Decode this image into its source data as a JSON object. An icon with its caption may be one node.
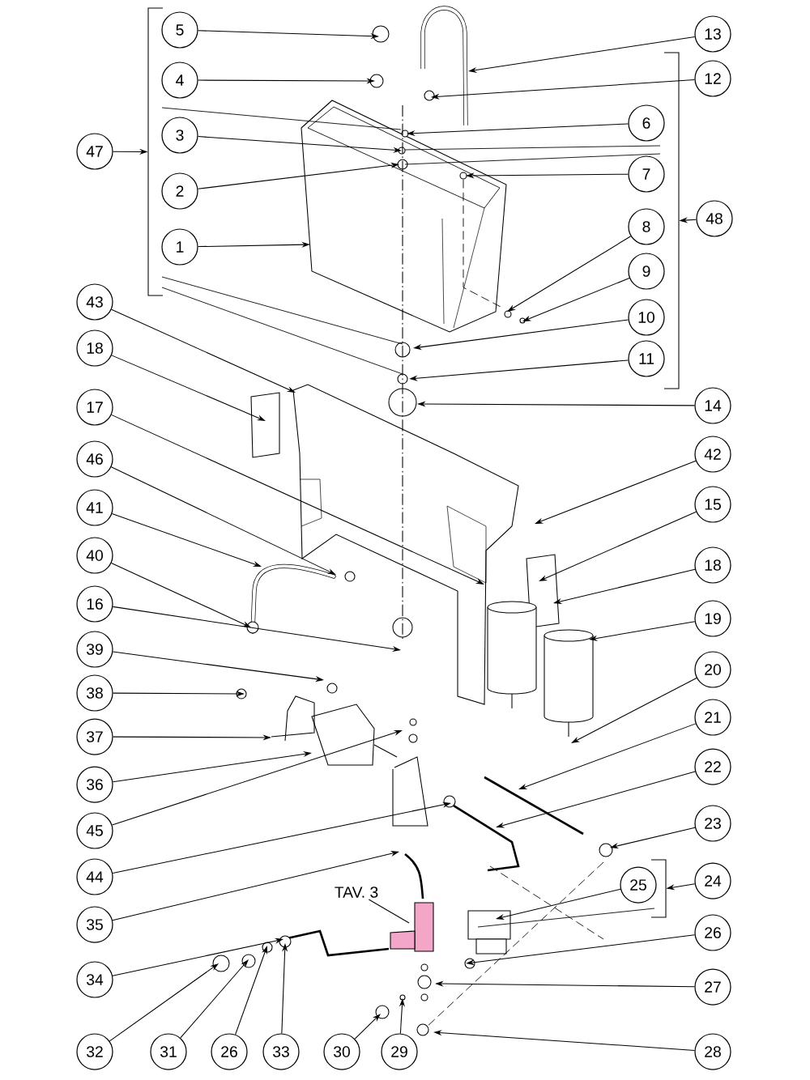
{
  "diagram": {
    "nodes": [
      {
        "text": [
          "5"
        ]
      },
      {
        "text": [
          "13"
        ]
      },
      {
        "text": [
          "4"
        ]
      },
      {
        "text": [
          "12"
        ]
      },
      {
        "text": [
          "6"
        ]
      },
      {
        "text": [
          "3"
        ]
      },
      {
        "text": [
          "47"
        ]
      },
      {
        "text": [
          "7"
        ]
      },
      {
        "text": [
          "2"
        ]
      },
      {
        "text": [
          "48"
        ]
      },
      {
        "text": [
          "8"
        ]
      },
      {
        "text": [
          "9"
        ]
      },
      {
        "text": [
          "1"
        ]
      },
      {
        "text": [
          "43"
        ]
      },
      {
        "text": [
          "10"
        ]
      },
      {
        "text": [
          "18"
        ]
      },
      {
        "text": [
          "11"
        ]
      },
      {
        "text": [
          "14"
        ]
      },
      {
        "text": [
          "17"
        ]
      },
      {
        "text": [
          "42"
        ]
      },
      {
        "text": [
          "46"
        ]
      },
      {
        "text": [
          "15"
        ]
      },
      {
        "text": [
          "41"
        ]
      },
      {
        "text": [
          "40"
        ]
      },
      {
        "text": [
          "18"
        ]
      },
      {
        "text": [
          "16"
        ]
      },
      {
        "text": [
          "19"
        ]
      },
      {
        "text": [
          "39"
        ]
      },
      {
        "text": [
          "20"
        ]
      },
      {
        "text": [
          "38"
        ]
      },
      {
        "text": [
          "21"
        ]
      },
      {
        "text": [
          "37"
        ]
      },
      {
        "text": [
          "22"
        ]
      },
      {
        "text": [
          "36"
        ]
      },
      {
        "text": [
          "23"
        ]
      },
      {
        "text": [
          "45"
        ]
      },
      {
        "text": [
          "24"
        ]
      },
      {
        "text": [
          "44"
        ]
      },
      {
        "text": [
          "25"
        ]
      },
      {
        "text": [
          "35"
        ]
      },
      {
        "text": [
          "26"
        ]
      },
      {
        "text": [
          "34"
        ]
      },
      {
        "text": [
          "27"
        ]
      },
      {
        "text": [
          "32"
        ]
      },
      {
        "text": [
          "31"
        ]
      },
      {
        "text": [
          "26"
        ]
      },
      {
        "text": [
          "33"
        ]
      },
      {
        "text": [
          "30"
        ]
      },
      {
        "text": [
          "29"
        ]
      },
      {
        "text": [
          "28"
        ]
      },
      {
        "text": [
          "TAV. 3"
        ]
      },
      {
        "text": [],
        "shape": "bracket"
      },
      {
        "text": [],
        "shape": "bracket"
      },
      {
        "text": [],
        "shape": "bracket"
      }
    ],
    "edges": [
      {
        "from": 0,
        "to": null,
        "arrow": "to"
      },
      {
        "from": 1,
        "to": null,
        "arrow": "to"
      },
      {
        "from": 2,
        "to": null,
        "arrow": "to"
      },
      {
        "from": 3,
        "to": null,
        "arrow": "to"
      },
      {
        "from": 4,
        "to": null,
        "arrow": "to"
      },
      {
        "from": 5,
        "to": null,
        "arrow": "to"
      },
      {
        "from": 6,
        "to": 51,
        "arrow": "to"
      },
      {
        "from": 7,
        "to": null,
        "arrow": "to"
      },
      {
        "from": 8,
        "to": null,
        "arrow": "to"
      },
      {
        "from": 9,
        "to": 52,
        "arrow": "to"
      },
      {
        "from": 10,
        "to": null,
        "arrow": "to"
      },
      {
        "from": 11,
        "to": null,
        "arrow": "to"
      },
      {
        "from": 12,
        "to": null,
        "arrow": "to"
      },
      {
        "from": 13,
        "to": null,
        "arrow": "to"
      },
      {
        "from": 14,
        "to": null,
        "arrow": "to"
      },
      {
        "from": 15,
        "to": null,
        "arrow": "to"
      },
      {
        "from": 16,
        "to": null,
        "arrow": "to"
      },
      {
        "from": 17,
        "to": null,
        "arrow": "to"
      },
      {
        "from": 18,
        "to": null,
        "arrow": "to"
      },
      {
        "from": 19,
        "to": null,
        "arrow": "to"
      },
      {
        "from": 20,
        "to": null,
        "arrow": "to"
      },
      {
        "from": 21,
        "to": null,
        "arrow": "to"
      },
      {
        "from": 22,
        "to": null,
        "arrow": "to"
      },
      {
        "from": 23,
        "to": null,
        "arrow": "to"
      },
      {
        "from": 24,
        "to": null,
        "arrow": "to"
      },
      {
        "from": 25,
        "to": null,
        "arrow": "to"
      },
      {
        "from": 26,
        "to": null,
        "arrow": "to"
      },
      {
        "from": 27,
        "to": null,
        "arrow": "to"
      },
      {
        "from": 28,
        "to": null,
        "arrow": "to"
      },
      {
        "from": 29,
        "to": null,
        "arrow": "to"
      },
      {
        "from": 30,
        "to": null,
        "arrow": "to"
      },
      {
        "from": 31,
        "to": null,
        "arrow": "to"
      },
      {
        "from": 32,
        "to": null,
        "arrow": "to"
      },
      {
        "from": 33,
        "to": null,
        "arrow": "to"
      },
      {
        "from": 34,
        "to": null,
        "arrow": "to"
      },
      {
        "from": 35,
        "to": null,
        "arrow": "to"
      },
      {
        "from": 36,
        "to": 53,
        "arrow": "to"
      },
      {
        "from": 37,
        "to": null,
        "arrow": "to"
      },
      {
        "from": 38,
        "to": null,
        "arrow": "to"
      },
      {
        "from": 39,
        "to": null,
        "arrow": "to"
      },
      {
        "from": 40,
        "to": null,
        "arrow": "to"
      },
      {
        "from": 41,
        "to": null,
        "arrow": "to"
      },
      {
        "from": 42,
        "to": null,
        "arrow": "to"
      },
      {
        "from": 43,
        "to": null,
        "arrow": "to"
      },
      {
        "from": 44,
        "to": null,
        "arrow": "to"
      },
      {
        "from": 45,
        "to": null,
        "arrow": "to"
      },
      {
        "from": 46,
        "to": null,
        "arrow": "to"
      },
      {
        "from": 47,
        "to": null,
        "arrow": "to"
      },
      {
        "from": 48,
        "to": null,
        "arrow": "to"
      },
      {
        "from": 49,
        "to": null,
        "arrow": "to"
      },
      {
        "from": 50,
        "to": null,
        "arrow": "none"
      }
    ]
  }
}
